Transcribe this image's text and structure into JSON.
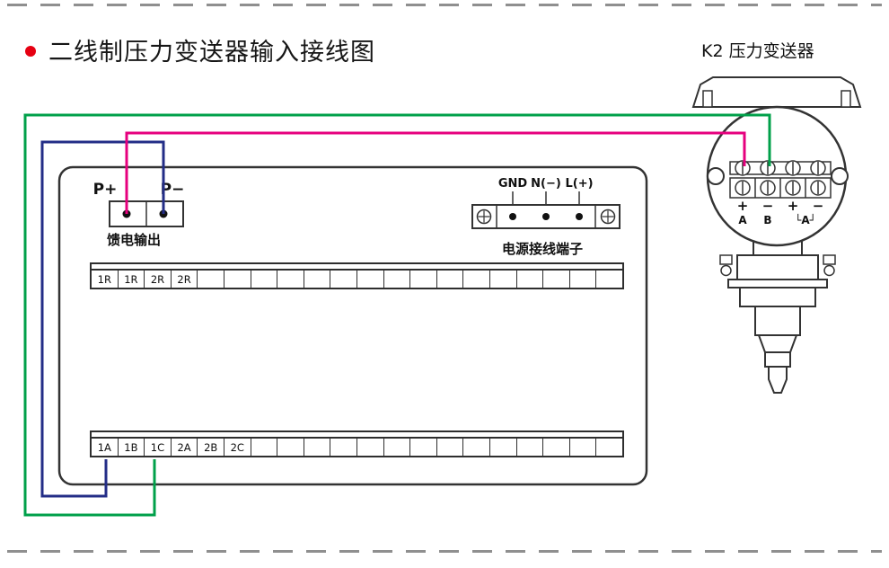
{
  "title": "二线制压力变送器输入接线图",
  "device_label": "K2 压力变送器",
  "panel": {
    "feed": {
      "p_plus": "P+",
      "p_minus": "P−",
      "caption": "馈电输出"
    },
    "power": {
      "gnd": "GND",
      "n": "N(−)",
      "l": "L(+)",
      "caption": "电源接线端子"
    },
    "top_strip": {
      "cells": [
        "1R",
        "1R",
        "2R",
        "2R",
        "",
        "",
        "",
        "",
        "",
        "",
        "",
        "",
        "",
        "",
        "",
        "",
        "",
        "",
        "",
        ""
      ]
    },
    "bottom_strip": {
      "cells": [
        "1A",
        "1B",
        "1C",
        "2A",
        "2B",
        "2C",
        "",
        "",
        "",
        "",
        "",
        "",
        "",
        "",
        "",
        "",
        "",
        "",
        "",
        ""
      ]
    }
  },
  "transmitter": {
    "signs": [
      "+",
      "−",
      "+",
      "−"
    ],
    "letters": [
      "A",
      "B",
      "└A┘"
    ]
  },
  "colors": {
    "wire_plus": "#e6007e",
    "wire_minus": "#232d87",
    "wire_loop": "#00a04a",
    "bullet": "#e60012",
    "line": "#333333"
  }
}
